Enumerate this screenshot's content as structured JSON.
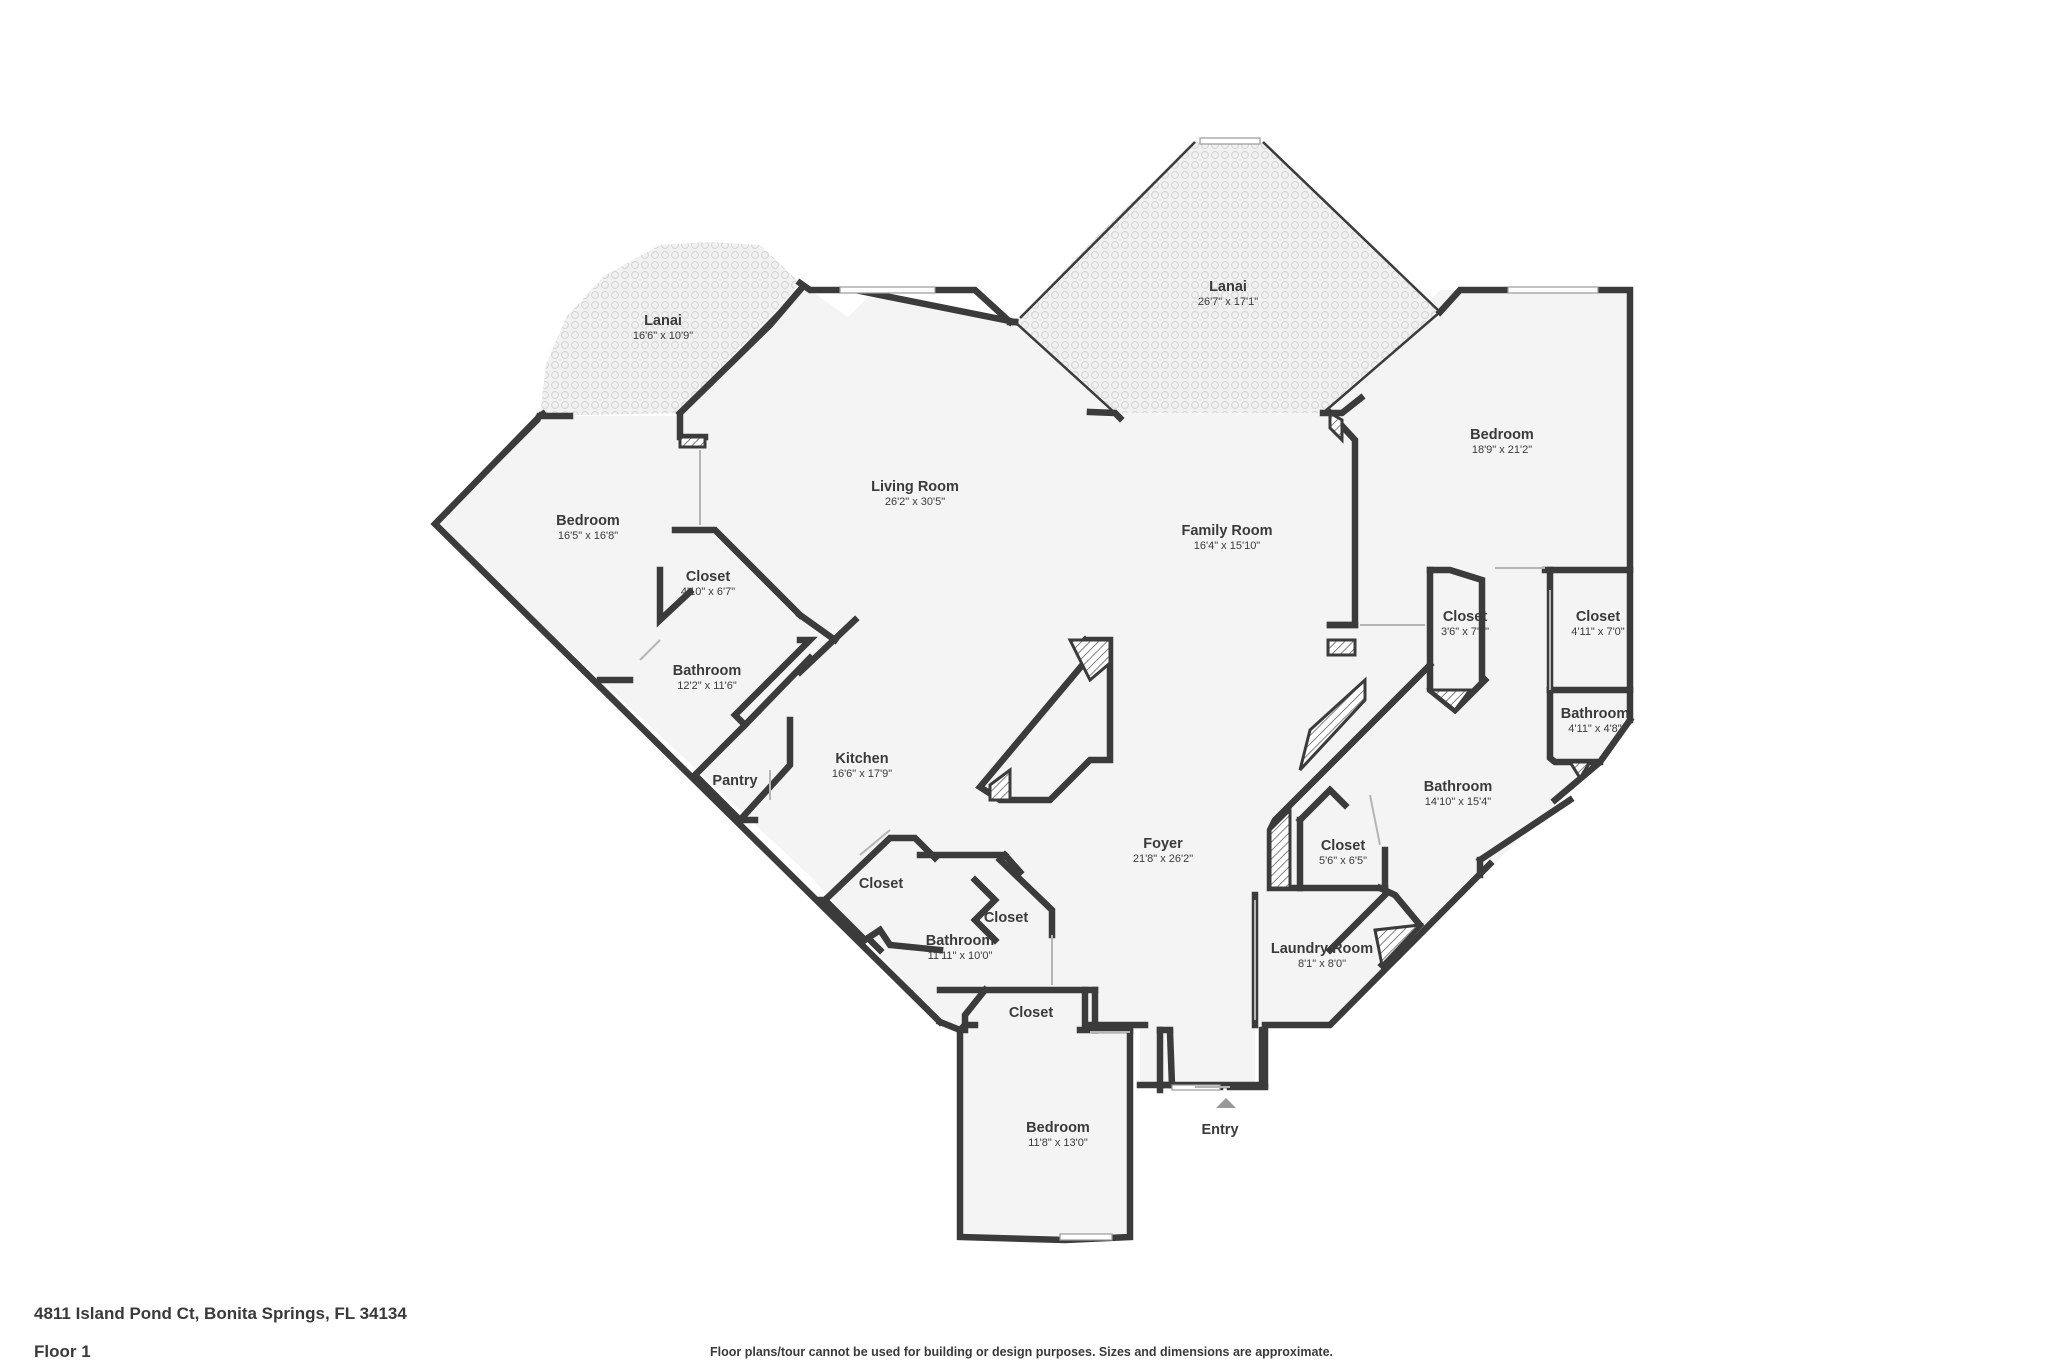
{
  "rooms": {
    "lanai_left": {
      "name": "Lanai",
      "dims": "16'6\" x 10'9\""
    },
    "lanai_top": {
      "name": "Lanai",
      "dims": "26'7\" x 17'1\""
    },
    "living_room": {
      "name": "Living Room",
      "dims": "26'2\" x 30'5\""
    },
    "bedroom_left": {
      "name": "Bedroom",
      "dims": "16'5\" x 16'8\""
    },
    "closet_left": {
      "name": "Closet",
      "dims": "4'10\" x 6'7\""
    },
    "bathroom_left": {
      "name": "Bathroom",
      "dims": "12'2\" x 11'6\""
    },
    "family_room": {
      "name": "Family Room",
      "dims": "16'4\" x 15'10\""
    },
    "bedroom_right": {
      "name": "Bedroom",
      "dims": "18'9\" x 21'2\""
    },
    "closet_right_a": {
      "name": "Closet",
      "dims": "3'6\" x 7'0\""
    },
    "closet_right_b": {
      "name": "Closet",
      "dims": "4'11\" x 7'0\""
    },
    "bathroom_small": {
      "name": "Bathroom",
      "dims": "4'11\" x 4'8\""
    },
    "bathroom_right": {
      "name": "Bathroom",
      "dims": "14'10\" x 15'4\""
    },
    "closet_right_c": {
      "name": "Closet",
      "dims": "5'6\" x 6'5\""
    },
    "kitchen": {
      "name": "Kitchen",
      "dims": "16'6\" x 17'9\""
    },
    "pantry": {
      "name": "Pantry"
    },
    "foyer": {
      "name": "Foyer",
      "dims": "21'8\" x 26'2\""
    },
    "closet_mid": {
      "name": "Closet"
    },
    "bathroom_mid": {
      "name": "Bathroom",
      "dims": "11'11\" x 10'0\""
    },
    "closet_mid_small": {
      "name": "Closet"
    },
    "closet_bottom": {
      "name": "Closet"
    },
    "laundry": {
      "name": "Laundry Room",
      "dims": "8'1\" x 8'0\""
    },
    "bedroom_bottom": {
      "name": "Bedroom",
      "dims": "11'8\" x 13'0\""
    },
    "entry": {
      "name": "Entry"
    }
  },
  "footer": {
    "address": "4811 Island Pond Ct, Bonita Springs, FL 34134",
    "floor": "Floor 1",
    "disclaimer": "Floor plans/tour cannot be used for building or design purposes. Sizes and dimensions are approximate."
  },
  "colors": {
    "wall": "#3b3b3b",
    "floor": "#f4f4f4",
    "text": "#3a3a3a"
  }
}
